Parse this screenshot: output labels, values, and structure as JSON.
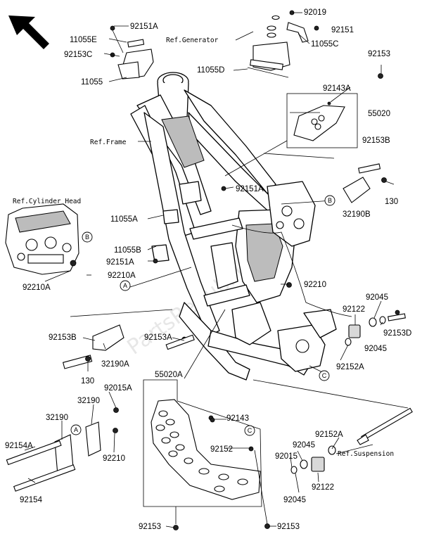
{
  "labels": {
    "p92019": "92019",
    "p92151A": "92151A",
    "p92151": "92151",
    "p11055E": "11055E",
    "p92153C": "92153C",
    "p11055C": "11055C",
    "p11055": "11055",
    "p11055D": "11055D",
    "p92153_top": "92153",
    "p92143A": "92143A",
    "p55020": "55020",
    "p92153B_right": "92153B",
    "p130_right": "130",
    "p32190B": "32190B",
    "p92151A_mid": "92151A",
    "p11055A": "11055A",
    "p11055B": "11055B",
    "p92151A_low": "92151A",
    "p92210A_a": "92210A",
    "p92210A_b": "92210A",
    "p92210": "92210",
    "p92045_top": "92045",
    "p92122_top": "92122",
    "p92153D": "92153D",
    "p92045_mid": "92045",
    "p92152A_mid": "92152A",
    "p92153B_left": "92153B",
    "p92153A": "92153A",
    "p32190A": "32190A",
    "p130_left": "130",
    "p55020A": "55020A",
    "p92015A": "92015A",
    "p32190_a": "32190",
    "p32190_b": "32190",
    "p92154A": "92154A",
    "p92154": "92154",
    "p92210_low": "92210",
    "p92143": "92143",
    "p92152": "92152",
    "p92152A_low": "92152A",
    "p92045_low_a": "92045",
    "p92015": "92015",
    "p92122_low": "92122",
    "p92045_low_b": "92045",
    "p92153_bl": "92153",
    "p92153_br": "92153"
  },
  "references": {
    "generator": "Ref.Generator",
    "frame": "Ref.Frame",
    "cylinder_head": "Ref.Cylinder Head",
    "suspension": "Ref.Suspension"
  },
  "callouts": {
    "a": "A",
    "b": "B",
    "c": "C"
  },
  "watermark": "PartsRepublik"
}
